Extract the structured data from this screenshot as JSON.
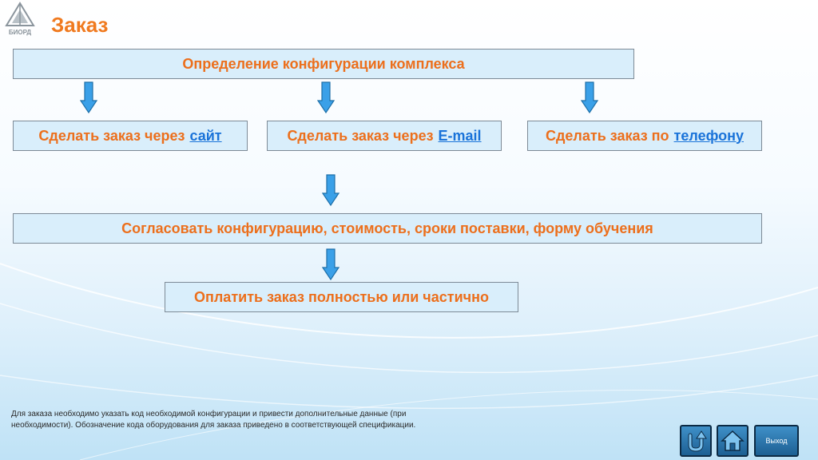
{
  "page": {
    "title": "Заказ",
    "logo_text": "БИОРД"
  },
  "flow": {
    "step1": "Определение конфигурации комплекса",
    "options": [
      {
        "prefix": "Сделать заказ через",
        "link": "сайт"
      },
      {
        "prefix": "Сделать заказ через",
        "link": "E-mail"
      },
      {
        "prefix": "Сделать заказ по",
        "link": "телефону"
      }
    ],
    "step3": "Согласовать конфигурацию, стоимость, сроки поставки, форму обучения",
    "step4": "Оплатить заказ полностью или частично"
  },
  "footer": {
    "note_line1": "Для заказа необходимо указать код необходимой конфигурации  и привести дополнительные данные (при",
    "note_line2": "необходимости). Обозначение кода оборудования для заказа приведено в соответствующей спецификации.",
    "back_icon": "u-turn-arrow-icon",
    "home_icon": "home-icon",
    "exit_label": "Выход"
  },
  "colors": {
    "accent_orange": "#ec6f1c",
    "link_blue": "#1a73d9",
    "box_fill": "#d9eefb",
    "arrow_blue": "#3aa0e8",
    "nav_blue": "#2a74aa"
  }
}
